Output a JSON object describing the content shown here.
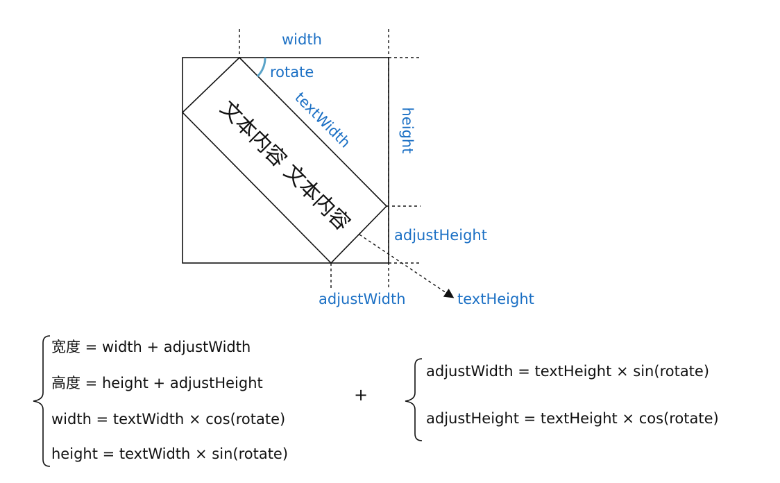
{
  "diagram": {
    "labels": {
      "width": "width",
      "height": "height",
      "rotate": "rotate",
      "text_width": "textWidth",
      "adjust_height": "adjustHeight",
      "adjust_width": "adjustWidth",
      "text_height": "textHeight"
    },
    "rotated_text": "文本内容 文本内容",
    "colors": {
      "label": "#1a6fc4",
      "angle_arc": "#5aa3c8",
      "line": "#111111"
    }
  },
  "formulas": {
    "left": [
      "宽度 = width + adjustWidth",
      "高度 = height + adjustHeight",
      "width = textWidth × cos(rotate)",
      "height = textWidth × sin(rotate)"
    ],
    "plus": "+",
    "right": [
      "adjustWidth = textHeight × sin(rotate)",
      "adjustHeight = textHeight × cos(rotate)"
    ]
  }
}
